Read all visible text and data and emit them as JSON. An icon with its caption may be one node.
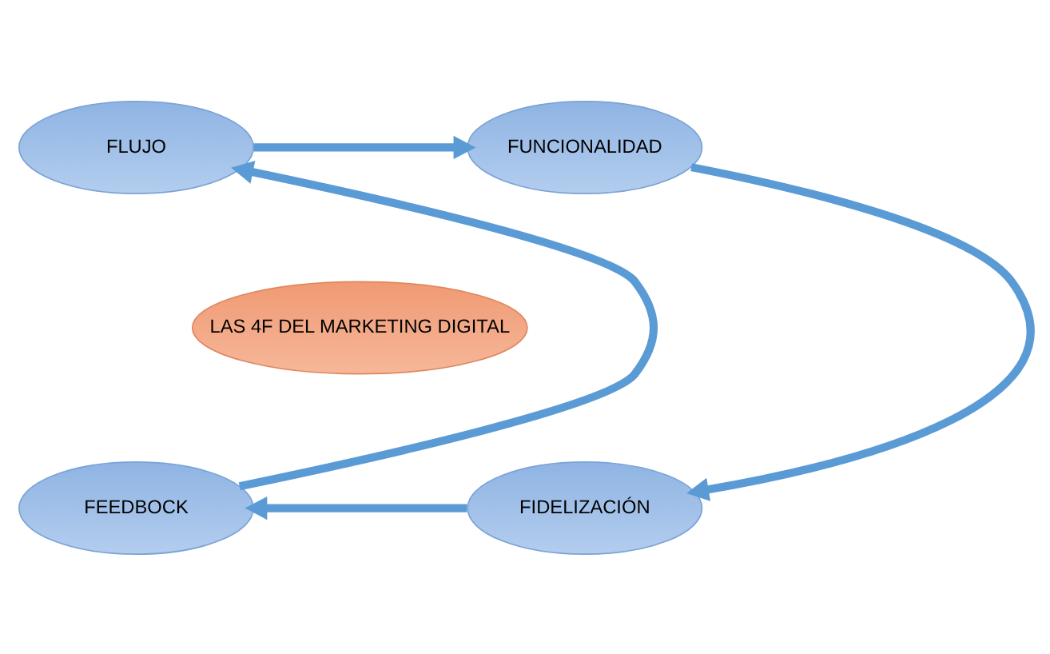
{
  "diagram": {
    "nodes": [
      {
        "text": [
          "FLUJO"
        ]
      },
      {
        "text": [
          "FUNCIONALIDAD"
        ]
      },
      {
        "text": [
          "LAS 4F DEL MARKETING DIGITAL"
        ]
      },
      {
        "text": [
          "FEEDBOCK"
        ]
      },
      {
        "text": [
          "FIDELIZACIÓN"
        ]
      }
    ],
    "edges": [
      {
        "from": 0,
        "to": 1,
        "arrow": "to"
      },
      {
        "from": 1,
        "to": 4,
        "arrow": "to"
      },
      {
        "from": 4,
        "to": 3,
        "arrow": "to"
      },
      {
        "from": 3,
        "to": 0,
        "arrow": "to"
      }
    ]
  }
}
